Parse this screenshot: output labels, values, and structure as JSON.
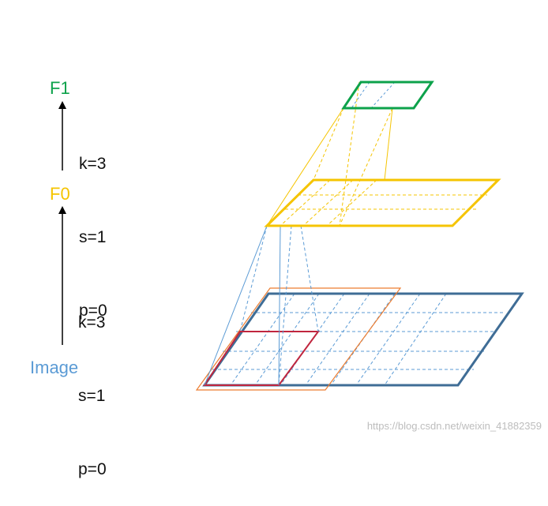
{
  "labels": {
    "f1": "F1",
    "f0": "F0",
    "image": "Image"
  },
  "params_top": [
    "k=3",
    "s=1",
    "p=0"
  ],
  "params_bottom": [
    "k=3",
    "s=1",
    "p=0"
  ],
  "watermark": "https://blog.csdn.net/weixin_41882359",
  "colors": {
    "f1": "#0da24b",
    "f0": "#f5c400",
    "image": "#3f6d96",
    "image_label": "#5b9bd5",
    "padding_outline": "#ed7d31",
    "kernel": "#c0263e",
    "projection": "#5b9bd5",
    "arrow": "#000000"
  }
}
